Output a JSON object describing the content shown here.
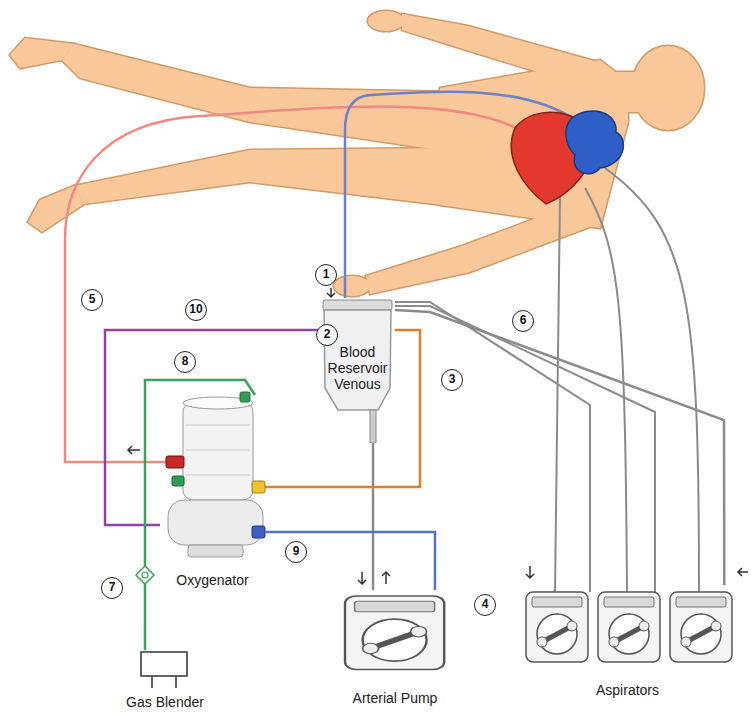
{
  "diagram": {
    "nodes": [
      {
        "text": [
          "Blood Reservoir Venous"
        ]
      },
      {
        "text": [
          "Oxygenator"
        ]
      },
      {
        "text": [
          "Arterial Pump"
        ]
      },
      {
        "text": [
          "Gas Blender"
        ]
      },
      {
        "text": [
          "Aspirators"
        ]
      }
    ],
    "edges": [
      {
        "from": 0,
        "to": 2,
        "arrow": "none"
      },
      {
        "from": 2,
        "to": 1,
        "arrow": "none"
      },
      {
        "from": 1,
        "to": 0,
        "arrow": "none"
      },
      {
        "from": 1,
        "to": 0,
        "arrow": "none"
      },
      {
        "from": 3,
        "to": 1,
        "arrow": "none"
      },
      {
        "from": 4,
        "to": 0,
        "arrow": "none"
      }
    ],
    "labels": [
      "1",
      "2",
      "3",
      "4",
      "5",
      "6",
      "7",
      "8",
      "9",
      "10"
    ]
  }
}
